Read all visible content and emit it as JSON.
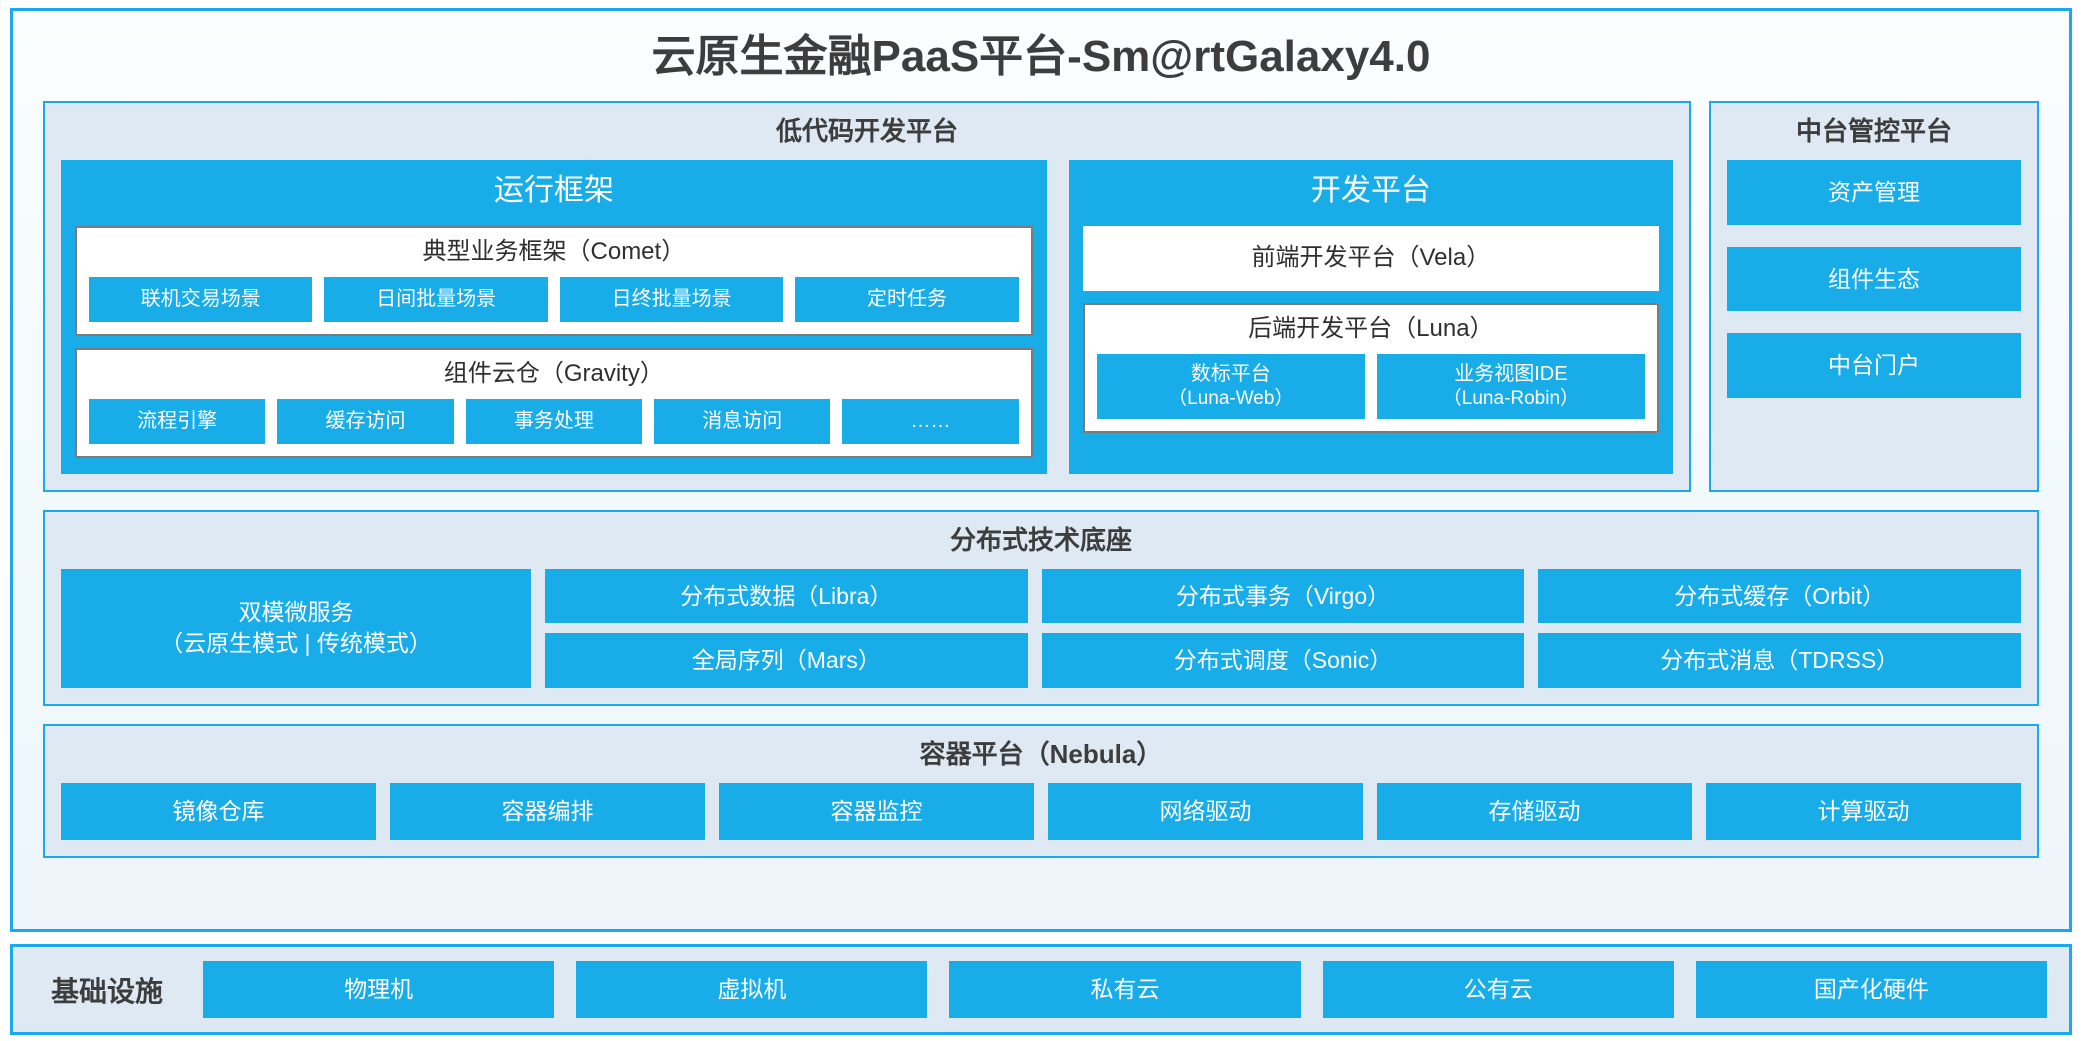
{
  "title": "云原生金融PaaS平台-Sm@rtGalaxy4.0",
  "colors": {
    "accent_blue": "#18ace8",
    "border_blue": "#19a9ec",
    "panel_bg": "#dfe9f3",
    "box_border_grey": "#7b7b7b",
    "text_dark": "#3d3d3d"
  },
  "lowcode": {
    "title": "低代码开发平台",
    "runtime": {
      "title": "运行框架",
      "comet": {
        "title": "典型业务框架（Comet）",
        "items": [
          "联机交易场景",
          "日间批量场景",
          "日终批量场景",
          "定时任务"
        ]
      },
      "gravity": {
        "title": "组件云仓（Gravity）",
        "items": [
          "流程引擎",
          "缓存访问",
          "事务处理",
          "消息访问",
          "……"
        ]
      }
    },
    "devplatform": {
      "title": "开发平台",
      "frontend": "前端开发平台（Vela）",
      "backend": {
        "title": "后端开发平台（Luna）",
        "items": [
          {
            "name": "数标平台",
            "code": "（Luna-Web）"
          },
          {
            "name": "业务视图IDE",
            "code": "（Luna-Robin）"
          }
        ]
      }
    }
  },
  "midplatform": {
    "title": "中台管控平台",
    "items": [
      "资产管理",
      "组件生态",
      "中台门户"
    ]
  },
  "techbase": {
    "title": "分布式技术底座",
    "microservice": {
      "name": "双模微服务",
      "sub": "（云原生模式 | 传统模式）"
    },
    "columns": [
      [
        "分布式数据（Libra）",
        "全局序列（Mars）"
      ],
      [
        "分布式事务（Virgo）",
        "分布式调度（Sonic）"
      ],
      [
        "分布式缓存（Orbit）",
        "分布式消息（TDRSS）"
      ]
    ]
  },
  "containerplatform": {
    "title": "容器平台（Nebula）",
    "items": [
      "镜像仓库",
      "容器编排",
      "容器监控",
      "网络驱动",
      "存储驱动",
      "计算驱动"
    ]
  },
  "infrastructure": {
    "label": "基础设施",
    "items": [
      "物理机",
      "虚拟机",
      "私有云",
      "公有云",
      "国产化硬件"
    ]
  }
}
